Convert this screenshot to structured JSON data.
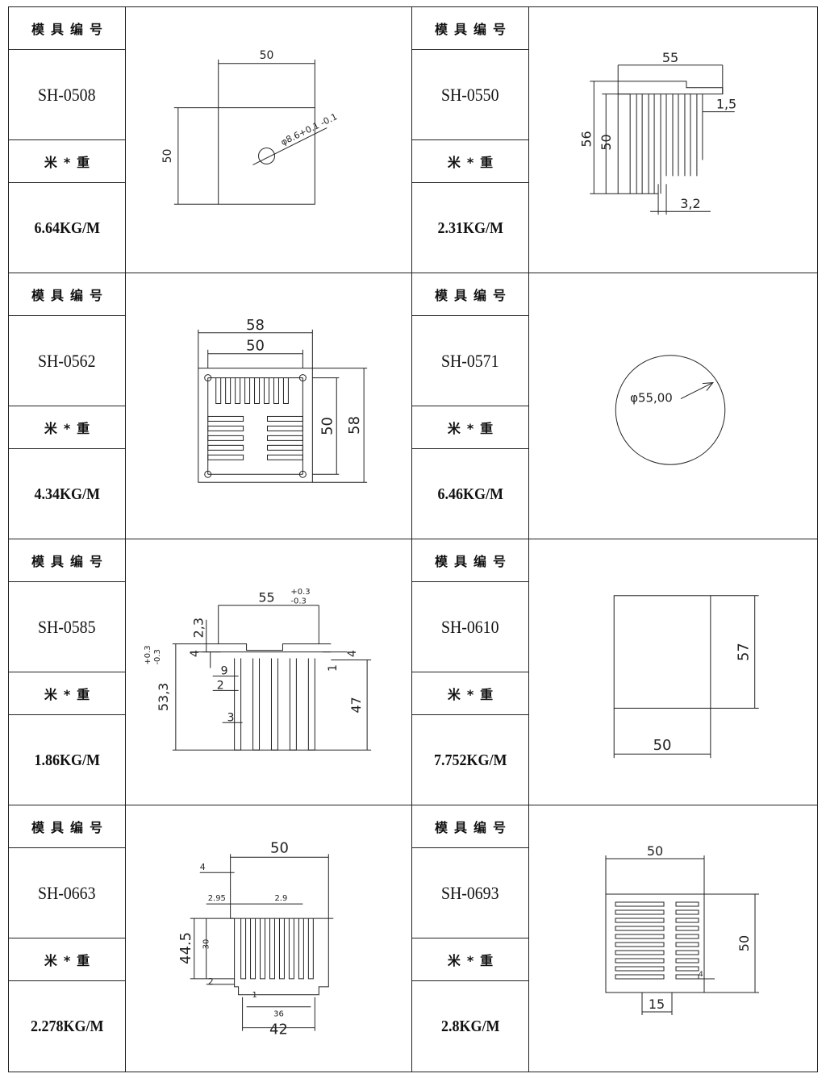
{
  "header_label": "模具编号",
  "weight_label": "米*重",
  "items": [
    {
      "code": "SH-0508",
      "weight": "6.64KG/M",
      "dims": {
        "a": "50",
        "b": "50",
        "c": "φ8.6+0.1 -0.1"
      }
    },
    {
      "code": "SH-0550",
      "weight": "2.31KG/M",
      "dims": {
        "a": "55",
        "b": "56",
        "c": "50",
        "d": "1,5",
        "e": "3,2"
      }
    },
    {
      "code": "SH-0562",
      "weight": "4.34KG/M",
      "dims": {
        "a": "58",
        "b": "50",
        "c": "50",
        "d": "58"
      }
    },
    {
      "code": "SH-0571",
      "weight": "6.46KG/M",
      "dims": {
        "a": "φ55,00"
      }
    },
    {
      "code": "SH-0585",
      "weight": "1.86KG/M",
      "dims": {
        "a": "55",
        "a_tol_up": "+0.3",
        "a_tol_dn": "-0.3",
        "b": "2,3",
        "c": "4",
        "d": "4",
        "e": "9",
        "f": "2",
        "g": "1",
        "h": "3",
        "i": "53,3",
        "i_tol_up": "+0.3",
        "i_tol_dn": "-0.3",
        "j": "47"
      }
    },
    {
      "code": "SH-0610",
      "weight": "7.752KG/M",
      "dims": {
        "a": "57",
        "b": "50"
      }
    },
    {
      "code": "SH-0663",
      "weight": "2.278KG/M",
      "dims": {
        "a": "50",
        "b": "4",
        "c": "2.95",
        "d": "2.9",
        "e": "44.5",
        "f": "30",
        "g": "2",
        "h": "1",
        "i": "36",
        "j": "42"
      }
    },
    {
      "code": "SH-0693",
      "weight": "2.8KG/M",
      "dims": {
        "a": "50",
        "b": "50",
        "c": "4",
        "d": "15"
      }
    }
  ]
}
